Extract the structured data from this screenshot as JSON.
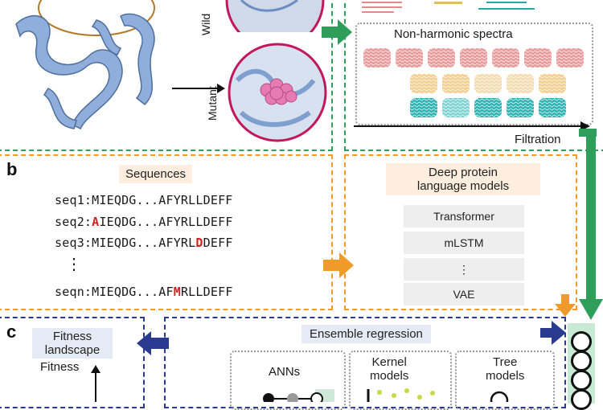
{
  "panel_a": {
    "wild_label": "Wild",
    "mutant_label": "Mutant",
    "spectra_title": "Non-harmonic spectra",
    "filtration_label": "Filtration"
  },
  "panel_b": {
    "letter": "b",
    "sequences_title": "Sequences",
    "seq1": "seq1:MIEQDG...AFYRLLDEFF",
    "seq2_prefix": "seq2:",
    "seq2_mut": "A",
    "seq2_suffix": "IEQDG...AFYRLLDEFF",
    "seq3_prefix": "seq3:MIEQDG...AFYRL",
    "seq3_mut": "D",
    "seq3_suffix": "DEFF",
    "vdots": "⋮",
    "seqn_prefix": "seqn:MIEQDG...AF",
    "seqn_mut": "M",
    "seqn_suffix": "RLLDEFF",
    "models_title_line1": "Deep protein",
    "models_title_line2": "language models",
    "models": [
      "Transformer",
      "mLSTM",
      "⋮",
      "VAE"
    ]
  },
  "panel_c": {
    "letter": "c",
    "fitness_landscape_line1": "Fitness",
    "fitness_landscape_line2": "landscape",
    "fitness_axis": "Fitness",
    "ensemble_title": "Ensemble regression",
    "anns": "ANNs",
    "kernel_line1": "Kernel",
    "kernel_line2": "models",
    "tree_line1": "Tree",
    "tree_line2": "models"
  },
  "colors": {
    "green": "#2e9e5a",
    "orange": "#f09a2a",
    "navy": "#2a3b8f",
    "mutation_red": "#d42020",
    "protein_blue": "#8faedc"
  }
}
